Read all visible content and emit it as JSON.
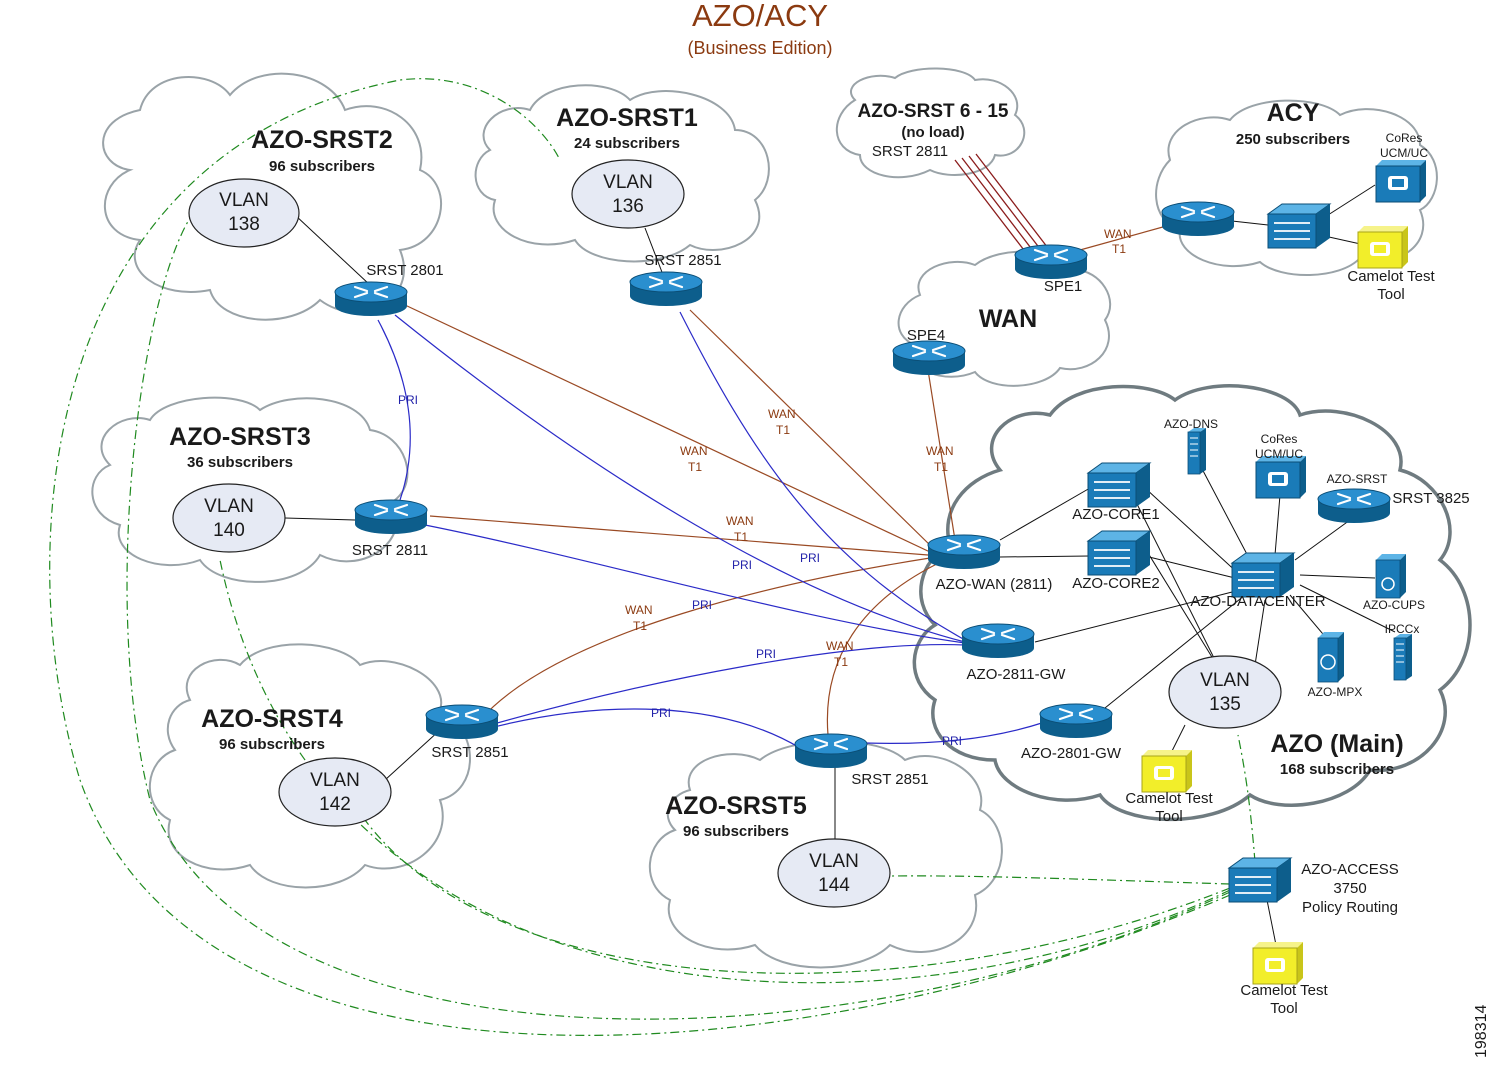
{
  "title": "AZO/ACY",
  "subtitle": "(Business Edition)",
  "figure_id": "198314",
  "colors": {
    "title": "#8b3a10",
    "wan_link": "#9a4a24",
    "pri_link": "#2b2bc8",
    "policy_route": "#1f8a1f",
    "router": "#1a7bb8",
    "test_tool": "#f2ee2a"
  },
  "clouds": {
    "srst2": {
      "title": "AZO-SRST2",
      "subtitle": "96 subscribers"
    },
    "srst1": {
      "title": "AZO-SRST1",
      "subtitle": "24 subscribers"
    },
    "srst3": {
      "title": "AZO-SRST3",
      "subtitle": "36 subscribers"
    },
    "srst4": {
      "title": "AZO-SRST4",
      "subtitle": "96 subscribers"
    },
    "srst5": {
      "title": "AZO-SRST5",
      "subtitle": "96 subscribers"
    },
    "srst615": {
      "title": "AZO-SRST 6 - 15",
      "subtitle": "(no load)",
      "router": "SRST 2811"
    },
    "wan": {
      "title": "WAN"
    },
    "acy": {
      "title": "ACY",
      "subtitle": "250 subscribers"
    },
    "main": {
      "title": "AZO (Main)",
      "subtitle": "168 subscribers"
    }
  },
  "vlans": {
    "v138": {
      "label": "VLAN",
      "num": "138"
    },
    "v136": {
      "label": "VLAN",
      "num": "136"
    },
    "v140": {
      "label": "VLAN",
      "num": "140"
    },
    "v142": {
      "label": "VLAN",
      "num": "142"
    },
    "v144": {
      "label": "VLAN",
      "num": "144"
    },
    "v135": {
      "label": "VLAN",
      "num": "135"
    }
  },
  "devices": {
    "srst2801": "SRST 2801",
    "srst2851_top": "SRST 2851",
    "srst2811": "SRST 2811",
    "srst2851_left": "SRST 2851",
    "srst2851_bottom": "SRST 2851",
    "spe1": "SPE1",
    "spe4": "SPE4",
    "azo_wan": "AZO-WAN (2811)",
    "azo_2811_gw": "AZO-2811-GW",
    "azo_2801_gw": "AZO-2801-GW",
    "azo_core1": "AZO-CORE1",
    "azo_core2": "AZO-CORE2",
    "azo_datacenter": "AZO-DATACENTER",
    "azo_dns": "AZO-DNS",
    "cores_main_1": "CoRes",
    "cores_main_2": "UCM/UC",
    "azo_srst": "AZO-SRST",
    "srst3825": "SRST 3825",
    "azo_cups": "AZO-CUPS",
    "ipccx": "IPCCx",
    "azo_mpx": "AZO-MPX",
    "acy_cores_1": "CoRes",
    "acy_cores_2": "UCM/UC",
    "camelot_1": "Camelot Test",
    "camelot_2": "Tool",
    "access_1": "AZO-ACCESS",
    "access_2": "3750",
    "access_3": "Policy Routing"
  },
  "link_labels": {
    "wan": "WAN",
    "t1": "T1",
    "pri": "PRI"
  }
}
